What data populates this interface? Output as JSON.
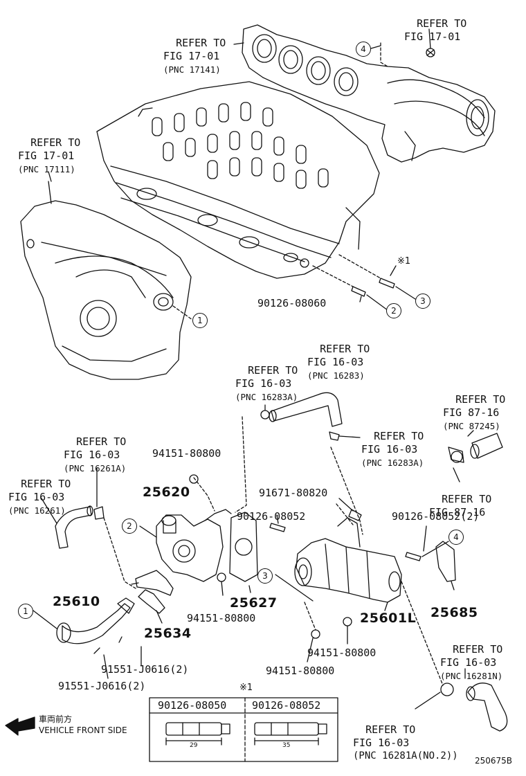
{
  "refs": {
    "r1": {
      "a": "REFER TO",
      "b": "FIG 17-01",
      "c": "(PNC 17141)"
    },
    "r2": {
      "a": "REFER TO",
      "b": "FIG 17-01"
    },
    "r3": {
      "a": "REFER TO",
      "b": "FIG 17-01",
      "c": "(PNC 17111)"
    },
    "r4": {
      "a": "REFER TO",
      "b": "FIG 16-03",
      "c": "(PNC 16283A)"
    },
    "r5": {
      "a": "REFER TO",
      "b": "FIG 16-03",
      "c": "(PNC 16283)"
    },
    "r6": {
      "a": "REFER TO",
      "b": "FIG 87-16",
      "c": "(PNC 87245)"
    },
    "r7": {
      "a": "REFER TO",
      "b": "FIG 16-03",
      "c": "(PNC 16283A)"
    },
    "r8": {
      "a": "REFER TO",
      "b": "FIG 16-03",
      "c": "(PNC 16261A)"
    },
    "r9": {
      "a": "REFER TO",
      "b": "FIG 16-03",
      "c": "(PNC 16261)"
    },
    "r10": {
      "a": "REFER TO",
      "b": "FIG 87-16"
    },
    "r11": {
      "a": "REFER TO",
      "b": "FIG 16-03",
      "c": "(PNC 16281N)"
    },
    "r12": {
      "a": "REFER TO",
      "b": "FIG 16-03",
      "c": "(PNC 16281A(NO.2))"
    }
  },
  "parts": {
    "p1": "90126-08060",
    "p2": "94151-80800",
    "p3": "91671-80820",
    "p4": "90126-08052",
    "p5": "90126-08052(2)",
    "p6": "94151-80800",
    "p7": "94151-80800",
    "p8": "94151-80800",
    "p9": "91551-J0616(2)",
    "p10": "91551-J0616(2)"
  },
  "bold_parts": {
    "b1": "25620",
    "b2": "25610",
    "b3": "25627",
    "b4": "25634",
    "b5": "25601L",
    "b6": "25685"
  },
  "callouts": {
    "c1": "1",
    "c2": "2",
    "c3": "3",
    "c4": "4"
  },
  "mark": "※1",
  "table": {
    "mark": "※1",
    "col1": "90126-08050",
    "col2": "90126-08052",
    "dim1": "29",
    "dim2": "35"
  },
  "footer": {
    "jp": "車両前方",
    "en": "VEHICLE FRONT SIDE",
    "code": "250675B"
  }
}
